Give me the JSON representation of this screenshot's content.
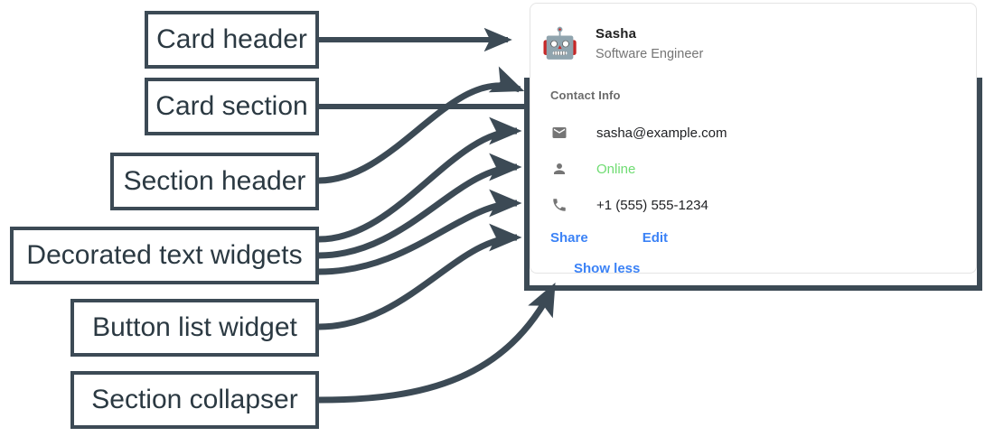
{
  "annotations": {
    "labels": [
      {
        "id": "card-header",
        "text": "Card header"
      },
      {
        "id": "card-section",
        "text": "Card section"
      },
      {
        "id": "section-header",
        "text": "Section header"
      },
      {
        "id": "decorated-text",
        "text": "Decorated text widgets"
      },
      {
        "id": "button-list",
        "text": "Button list widget"
      },
      {
        "id": "section-collapser",
        "text": "Section collapser"
      }
    ],
    "color": "#3c4a55"
  },
  "card": {
    "header": {
      "avatar_icon": "robot-icon",
      "avatar_glyph": "🤖",
      "title": "Sasha",
      "subtitle": "Software Engineer"
    },
    "section": {
      "header": "Contact Info",
      "text_widgets": [
        {
          "icon": "email-icon",
          "text": "sasha@example.com",
          "color": "#202124"
        },
        {
          "icon": "person-icon",
          "text": "Online",
          "color": "#6fdc72"
        },
        {
          "icon": "phone-icon",
          "text": "+1 (555) 555-1234",
          "color": "#202124"
        }
      ],
      "buttons": [
        {
          "label": "Share"
        },
        {
          "label": "Edit"
        }
      ],
      "collapser": {
        "label": "Show less"
      }
    },
    "accent_color": "#3b82f6",
    "border_color": "#e4e4e4"
  }
}
